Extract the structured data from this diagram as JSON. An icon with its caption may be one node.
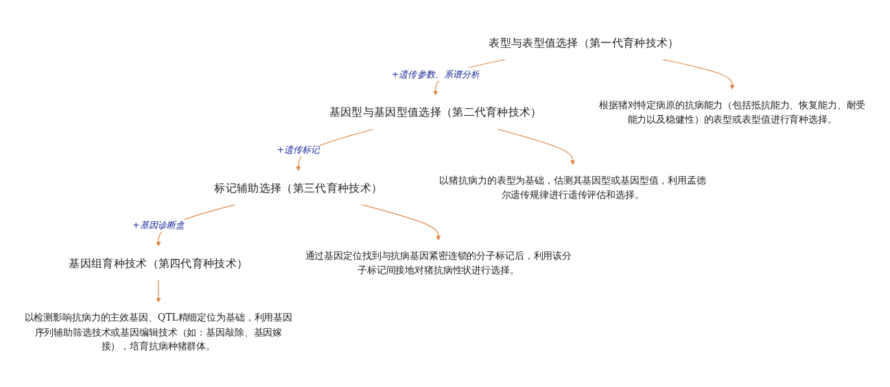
{
  "diagram": {
    "nodes": [
      {
        "text": [
          "表型与表型值选择（第一代育种技术）"
        ]
      },
      {
        "text": [
          "基因型与基因型值选择（第二代育种技术）"
        ]
      },
      {
        "text": [
          "标记辅助选择（第三代育种技术）"
        ]
      },
      {
        "text": [
          "基因组育种技术（第四代育种技术）"
        ]
      },
      {
        "text": [
          "根据猪对特定病原的抗病能力（包括抵抗能力、恢复能力、耐受能力以及稳健性）的表型或表型值进行育种选择。"
        ]
      },
      {
        "text": [
          "以猪抗病力的表型为基础，估测其基因型或基因型值，利用孟德尔遗传规律进行遗传评估和选择。"
        ]
      },
      {
        "text": [
          "通过基因定位找到与抗病基因紧密连锁的分子标记后，利用该分子标记间接地对猪抗病性状进行选择。"
        ]
      },
      {
        "text": [
          "以检测影响抗病力的主效基因、QTL精细定位为基础，利用基因序列辅助筛选技术或基因编辑技术（如：基因敲除、基因嫁接），培育抗病种猪群体。"
        ]
      }
    ],
    "edges": [
      {
        "from": 0,
        "to": 1,
        "arrow": "to",
        "label": "+遗传参数、系谱分析"
      },
      {
        "from": 1,
        "to": 2,
        "arrow": "to",
        "label": "+遗传标记"
      },
      {
        "from": 2,
        "to": 3,
        "arrow": "to",
        "label": "+基因诊断盒"
      },
      {
        "from": 0,
        "to": 4,
        "arrow": "to"
      },
      {
        "from": 1,
        "to": 5,
        "arrow": "to"
      },
      {
        "from": 2,
        "to": 6,
        "arrow": "to"
      },
      {
        "from": 3,
        "to": 7,
        "arrow": "to"
      }
    ]
  }
}
